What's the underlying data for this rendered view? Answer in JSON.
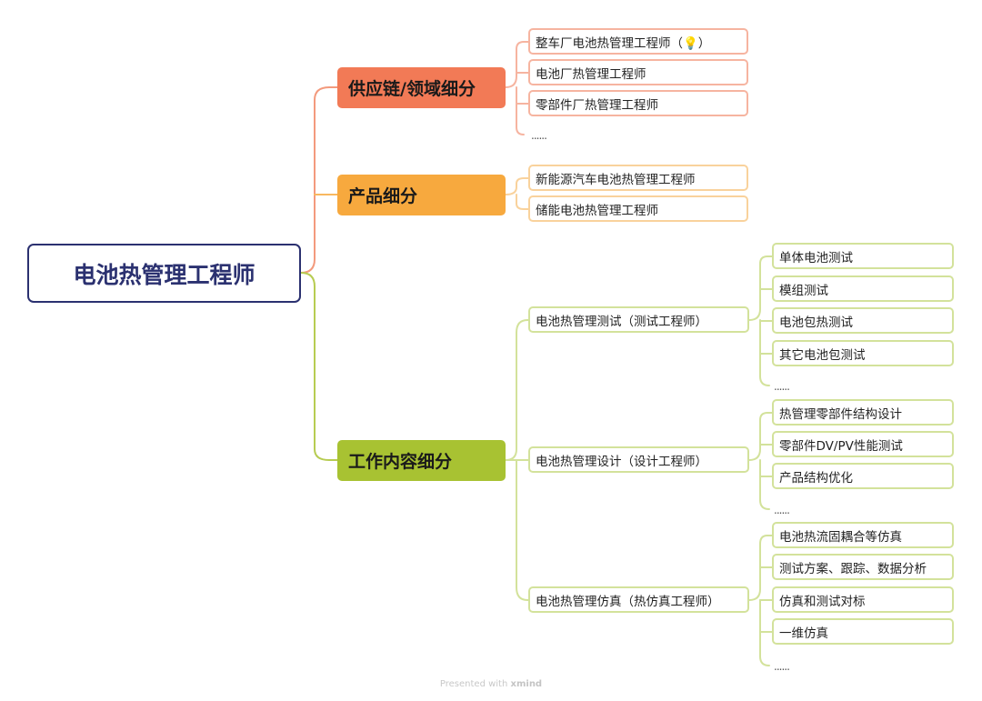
{
  "root": {
    "label": "电池热管理工程师"
  },
  "categories": [
    {
      "label": "供应链/领域细分",
      "items": [
        "整车厂电池热管理工程师（💡）",
        "电池厂热管理工程师",
        "零部件厂热管理工程师"
      ],
      "more": "......"
    },
    {
      "label": "产品细分",
      "items": [
        "新能源汽车电池热管理工程师",
        "储能电池热管理工程师"
      ]
    },
    {
      "label": "工作内容细分",
      "groups": [
        {
          "label": "电池热管理测试（测试工程师）",
          "items": [
            "单体电池测试",
            "模组测试",
            "电池包热测试",
            "其它电池包测试"
          ],
          "more": "......"
        },
        {
          "label": "电池热管理设计（设计工程师）",
          "items": [
            "热管理零部件结构设计",
            "零部件DV/PV性能测试",
            "产品结构优化"
          ],
          "more": "......"
        },
        {
          "label": "电池热管理仿真（热仿真工程师）",
          "items": [
            "电池热流固耦合等仿真",
            "测试方案、跟踪、数据分析",
            "仿真和测试对标",
            "一维仿真"
          ],
          "more": "......"
        }
      ]
    }
  ],
  "watermark": {
    "prefix": "Presented with",
    "brand": "xmind"
  },
  "colors": {
    "root": "#2b3170",
    "supply": "#f27a56",
    "product": "#f7a93e",
    "work": "#a8c232"
  }
}
